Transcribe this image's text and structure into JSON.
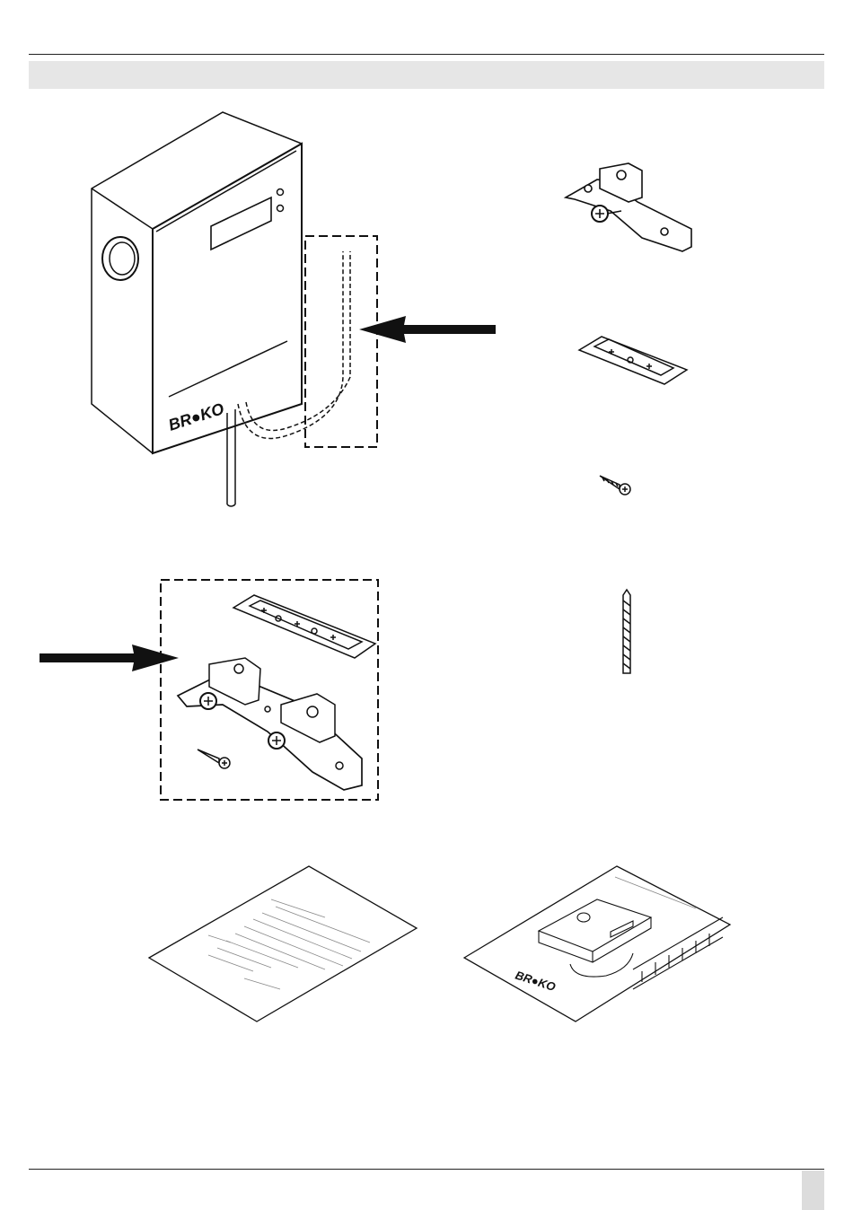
{
  "brand": {
    "controller_logo": "BR●KO",
    "manual_logo": "BR●KO"
  },
  "figures": [
    {
      "id": "controller-unit",
      "description_icon": "controller-box-icon"
    },
    {
      "id": "mounting-bracket",
      "description_icon": "bracket-icon"
    },
    {
      "id": "drilling-template",
      "description_icon": "template-icon"
    },
    {
      "id": "screw",
      "description_icon": "screw-icon"
    },
    {
      "id": "drill-bit",
      "description_icon": "drill-icon"
    },
    {
      "id": "mounting-kit",
      "description_icon": "kit-icon"
    },
    {
      "id": "document-sheet",
      "description_icon": "document-icon"
    },
    {
      "id": "manual-sheet",
      "description_icon": "manual-icon"
    }
  ],
  "colors": {
    "header_band": "#e6e6e6",
    "page_tab": "#dcdcdc",
    "line": "#222222"
  }
}
